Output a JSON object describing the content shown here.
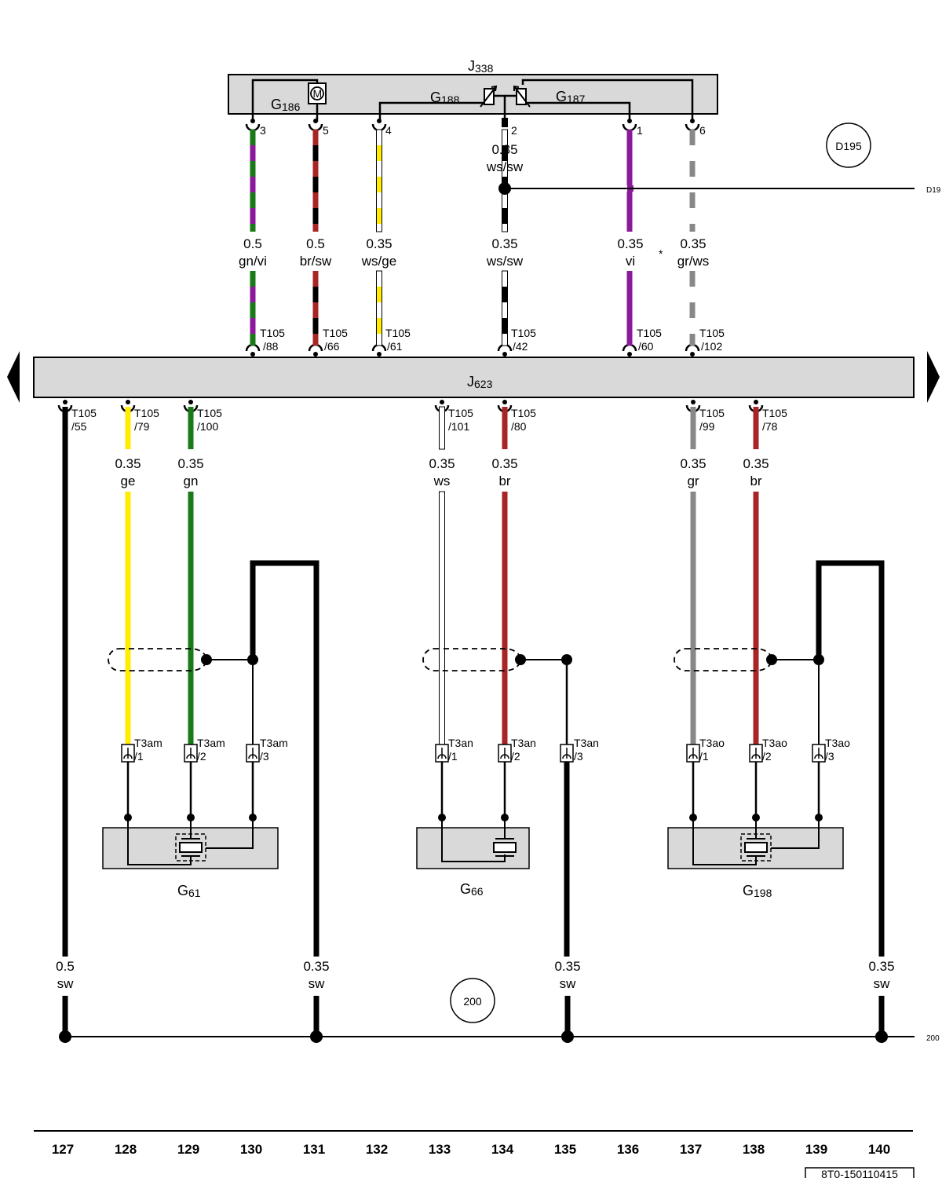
{
  "components": {
    "top_module": {
      "main": "J",
      "sub": "338"
    },
    "motor_symbol": "M",
    "g186": {
      "main": "G",
      "sub": "186"
    },
    "g188": {
      "main": "G",
      "sub": "188"
    },
    "g187": {
      "main": "G",
      "sub": "187"
    },
    "ecu": {
      "main": "J",
      "sub": "623"
    },
    "g61": {
      "main": "G",
      "sub": "61"
    },
    "g66": {
      "main": "G",
      "sub": "66"
    },
    "g198": {
      "main": "G",
      "sub": "198"
    }
  },
  "top_pins": [
    "3",
    "5",
    "4",
    "2",
    "1",
    "6"
  ],
  "top_wires": [
    {
      "size": "0.5",
      "color": "gn/vi"
    },
    {
      "size": "0.5",
      "color": "br/sw"
    },
    {
      "size": "0.35",
      "color": "ws/ge"
    },
    {
      "size": "0.35",
      "color": "ws/sw"
    },
    {
      "size": "0.35",
      "color": "vi"
    },
    {
      "size": "0.35",
      "color": "gr/ws"
    }
  ],
  "wire_upper_label": {
    "size": "0.35",
    "color": "ws/sw"
  },
  "asterisk": "*",
  "top_conn": [
    {
      "name": "T105",
      "pin": "/88"
    },
    {
      "name": "T105",
      "pin": "/66"
    },
    {
      "name": "T105",
      "pin": "/61"
    },
    {
      "name": "T105",
      "pin": "/42"
    },
    {
      "name": "T105",
      "pin": "/60"
    },
    {
      "name": "T105",
      "pin": "/102"
    }
  ],
  "bottom_conn": [
    {
      "name": "T105",
      "pin": "/55"
    },
    {
      "name": "T105",
      "pin": "/79"
    },
    {
      "name": "T105",
      "pin": "/100"
    },
    {
      "name": "T105",
      "pin": "/101"
    },
    {
      "name": "T105",
      "pin": "/80"
    },
    {
      "name": "T105",
      "pin": "/99"
    },
    {
      "name": "T105",
      "pin": "/78"
    }
  ],
  "bottom_wires": [
    {
      "size": "0.35",
      "color": "ge"
    },
    {
      "size": "0.35",
      "color": "gn"
    },
    {
      "size": "0.35",
      "color": "ws"
    },
    {
      "size": "0.35",
      "color": "br"
    },
    {
      "size": "0.35",
      "color": "gr"
    },
    {
      "size": "0.35",
      "color": "br"
    }
  ],
  "ground_wires": [
    {
      "size": "0.5",
      "color": "sw"
    },
    {
      "size": "0.35",
      "color": "sw"
    },
    {
      "size": "0.35",
      "color": "sw"
    },
    {
      "size": "0.35",
      "color": "sw"
    }
  ],
  "sensor_conn": [
    {
      "name": "T3am",
      "pin": "/1"
    },
    {
      "name": "T3am",
      "pin": "/2"
    },
    {
      "name": "T3am",
      "pin": "/3"
    },
    {
      "name": "T3an",
      "pin": "/1"
    },
    {
      "name": "T3an",
      "pin": "/2"
    },
    {
      "name": "T3an",
      "pin": "/3"
    },
    {
      "name": "T3ao",
      "pin": "/1"
    },
    {
      "name": "T3ao",
      "pin": "/2"
    },
    {
      "name": "T3ao",
      "pin": "/3"
    }
  ],
  "circles": {
    "d195": "D195",
    "c200": "200"
  },
  "edge_refs": {
    "d195": "D19",
    "c200": "200"
  },
  "columns": [
    "127",
    "128",
    "129",
    "130",
    "131",
    "132",
    "133",
    "134",
    "135",
    "136",
    "137",
    "138",
    "139",
    "140"
  ],
  "doc_number": "8T0-150110415",
  "wire_colors": {
    "gn": "#1a7a1a",
    "vi": "#8b1a9b",
    "br": "#a82525",
    "sw": "#000000",
    "ws": "#ffffff",
    "ge": "#ffec00",
    "gr": "#888888",
    "component_fill": "#d9d9d9"
  }
}
